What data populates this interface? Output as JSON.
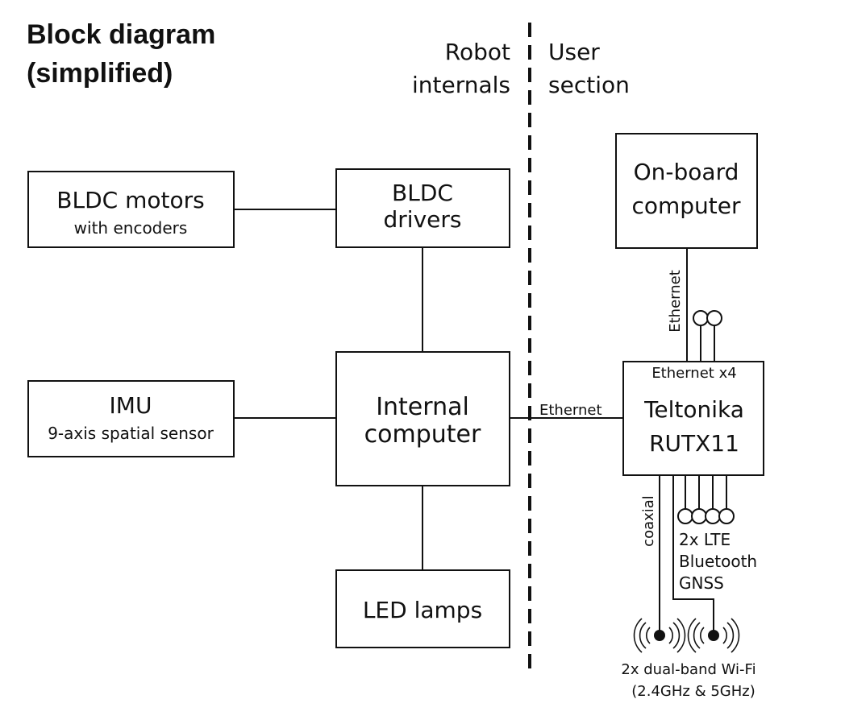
{
  "title": {
    "line1": "Block diagram",
    "line2": "(simplified)"
  },
  "sections": {
    "robot_line1": "Robot",
    "robot_line2": "internals",
    "user_line1": "User",
    "user_line2": "section"
  },
  "blocks": {
    "bldc_motors": {
      "label": "BLDC motors",
      "sub": "with encoders"
    },
    "bldc_drivers": {
      "line1": "BLDC",
      "line2": "drivers"
    },
    "imu": {
      "label": "IMU",
      "sub": "9-axis spatial sensor"
    },
    "internal_computer": {
      "line1": "Internal",
      "line2": "computer"
    },
    "led_lamps": {
      "label": "LED lamps"
    },
    "onboard_computer": {
      "line1": "On-board",
      "line2": "computer"
    },
    "router": {
      "header": "Ethernet x4",
      "line1": "Teltonika",
      "line2": "RUTX11"
    }
  },
  "links": {
    "internal_to_router": "Ethernet",
    "router_to_onboard": "Ethernet",
    "coax": "coaxial"
  },
  "antennas": {
    "lte_line1": "2x LTE",
    "lte_line2": "Bluetooth",
    "lte_line3": "GNSS",
    "wifi_line1": "2x dual-band Wi-Fi",
    "wifi_line2": "(2.4GHz & 5GHz)"
  }
}
